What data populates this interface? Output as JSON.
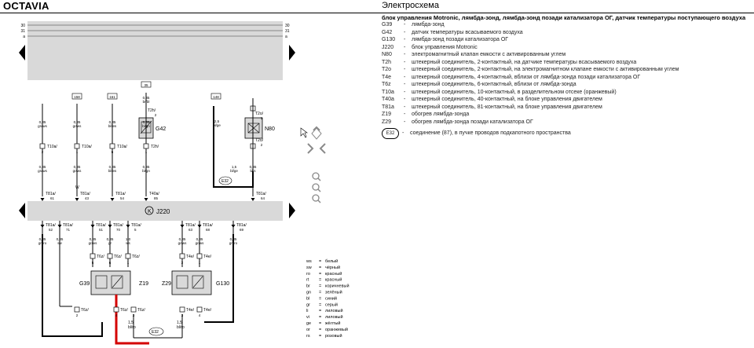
{
  "header": {
    "brand": "OCTAVIA",
    "doc_title": "Электросхема"
  },
  "description": {
    "title": "блок управления Motronic, лямбда-зонд, лямбда-зонд позади катализатора ОГ, датчик температуры поступающего воздуха",
    "items": [
      {
        "code": "G39",
        "text": "лямбда-зонд"
      },
      {
        "code": "G42",
        "text": "датчик температуры всасываемого воздуха"
      },
      {
        "code": "G130",
        "text": "лямбда-зонд позади катализатора ОГ"
      },
      {
        "code": "J220",
        "text": "блок управления Motronic"
      },
      {
        "code": "N80",
        "text": "электромагнитный клапан емкости с активированным углем"
      },
      {
        "code": "T2h",
        "text": "штекерный соединитель, 2-контактный, на датчике температуры всасываемого воздуха"
      },
      {
        "code": "T2o",
        "text": "штекерный соединитель, 2-контактный, на электромагнитном клапане емкости с активированным углем"
      },
      {
        "code": "T4e",
        "text": "штекерный соединитель, 4-контактный, вблизи от лямбда-зонда позади катализатора ОГ"
      },
      {
        "code": "T6z",
        "text": "штекерный соединитель, 6-контактный, вблизи от лямбда-зонда"
      },
      {
        "code": "T10a",
        "text": "штекерный соединитель, 10-контактный, в разделительном отсеке (оранжевый)"
      },
      {
        "code": "T40a",
        "text": "штекерный соединитель, 40-контактный, на блоке управления двигателем"
      },
      {
        "code": "T81a",
        "text": "штекерный соединитель, 81-контактный, на блоке управления двигателем"
      },
      {
        "code": "Z19",
        "text": "обогрев лямбда-зонда"
      },
      {
        "code": "Z29",
        "text": "обогрев лямбда-зонда позади катализатора ОГ"
      }
    ],
    "connection": {
      "code": "E32",
      "text": "соединение (87), в пучке проводов подкапотного пространства"
    }
  },
  "colors": {
    "wire_highlight": "#d40000",
    "line": "#000000",
    "bar_fill": "#d9d9d9",
    "nav_icon": "#8a8a8a"
  },
  "diagram": {
    "rails": [
      "30",
      "31",
      "a"
    ],
    "control_unit": "J220",
    "top_connectors": [
      {
        "ref": "T10a/",
        "pin": "2",
        "wire": "0,35",
        "color": "gn/ws"
      },
      {
        "ref": "T10a/",
        "pin": "1",
        "wire": "0,35",
        "color": "gr/ws"
      },
      {
        "ref": "T10a/",
        "pin": "6",
        "wire": "0,35",
        "color": "bl/ws"
      },
      {
        "ref": "T2h/",
        "pin": "1",
        "wire": "0,35",
        "color": "bl/gn"
      }
    ],
    "top_boxes": [
      "158",
      "161",
      "35",
      "148"
    ],
    "n80_connectors": [
      {
        "ref": "T2o/",
        "pin": "1"
      },
      {
        "ref": "T2o/",
        "pin": "2"
      }
    ],
    "n80_wires": [
      {
        "wire": "2,5",
        "color": "bl/ge"
      },
      {
        "wire": "1,5",
        "color": "bl/ge"
      },
      {
        "wire": "0,35",
        "color": "li/rs"
      }
    ],
    "upper_pins": [
      {
        "ref": "T81a/",
        "pin": "61"
      },
      {
        "ref": "T81a/",
        "pin": "43"
      },
      {
        "ref": "T81a/",
        "pin": "54"
      },
      {
        "ref": "T40a/",
        "pin": "85"
      },
      {
        "ref": "T81a/",
        "pin": "64"
      }
    ],
    "lower_pins": [
      {
        "ref": "T81a/",
        "pin": "52"
      },
      {
        "ref": "T81a/",
        "pin": "71"
      },
      {
        "ref": "T81a/",
        "pin": "51"
      },
      {
        "ref": "T81a/",
        "pin": "70"
      },
      {
        "ref": "T81a/",
        "pin": "5"
      },
      {
        "ref": "T81a/",
        "pin": "63"
      },
      {
        "ref": "T81a/",
        "pin": "68"
      },
      {
        "ref": "T81a/",
        "pin": "69"
      }
    ],
    "lower_wires": [
      {
        "wire": "0,35",
        "color": "gn/ro"
      },
      {
        "wire": "0,35",
        "color": "sw"
      },
      {
        "wire": "0,35",
        "color": "gr/ws"
      },
      {
        "wire": "0,35",
        "color": "gr"
      },
      {
        "wire": "1,0",
        "color": "ws"
      },
      {
        "wire": "0,35",
        "color": "gr/ws"
      },
      {
        "wire": "0,35",
        "color": "gr/ws"
      },
      {
        "wire": "0,35",
        "color": "gn/ro"
      }
    ],
    "components": [
      "G39",
      "Z19",
      "Z29",
      "G130",
      "G42",
      "N80"
    ],
    "bottom_wire": {
      "wire": "1,5",
      "color": "bl/ro"
    },
    "bottom_wire_2": {
      "wire": "1,5",
      "color": "bl/ro"
    },
    "ground_label": "E32"
  },
  "color_legend": [
    {
      "code": "ws",
      "name": "белый"
    },
    {
      "code": "sw",
      "name": "чёрный"
    },
    {
      "code": "ro",
      "name": "красный"
    },
    {
      "code": "rt",
      "name": "красный"
    },
    {
      "code": "br",
      "name": "коричневый"
    },
    {
      "code": "gn",
      "name": "зелёный"
    },
    {
      "code": "bl",
      "name": "синий"
    },
    {
      "code": "gr",
      "name": "серый"
    },
    {
      "code": "li",
      "name": "лиловый"
    },
    {
      "code": "vi",
      "name": "лиловый"
    },
    {
      "code": "ge",
      "name": "жёлтый"
    },
    {
      "code": "or",
      "name": "оранжевый"
    },
    {
      "code": "rs",
      "name": "розовый"
    }
  ]
}
